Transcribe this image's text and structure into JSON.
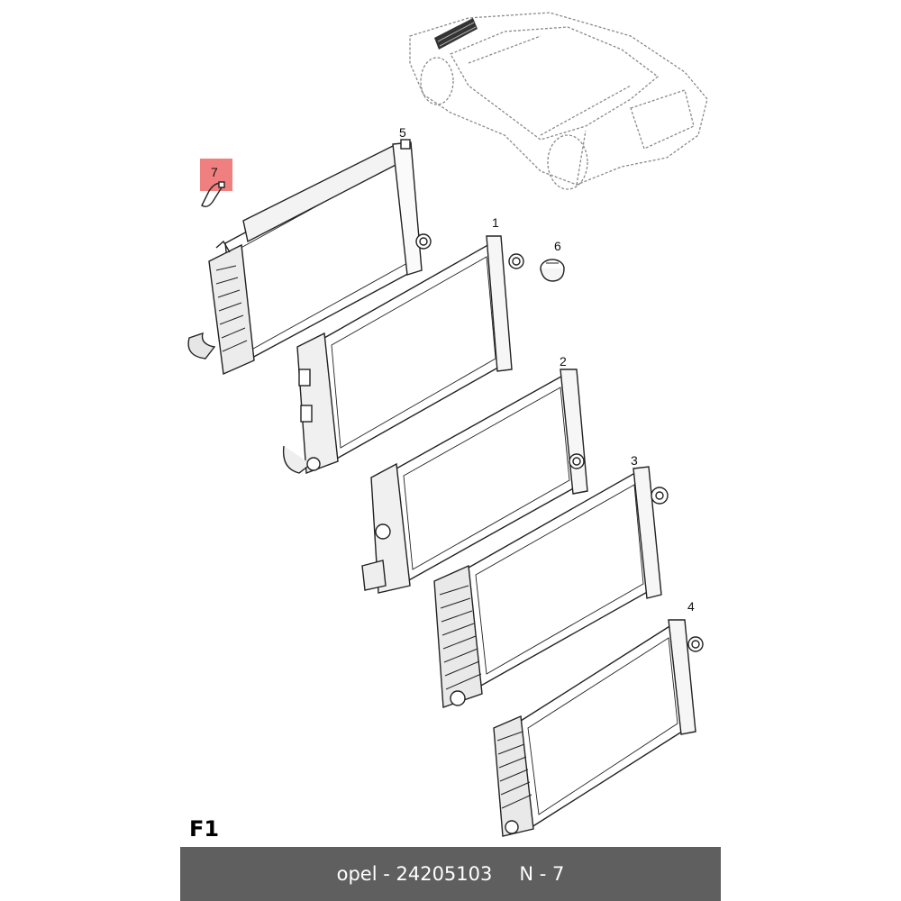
{
  "callouts": {
    "n1": "1",
    "n2": "2",
    "n3": "3",
    "n4": "4",
    "n5": "5",
    "n6": "6",
    "n7": "7"
  },
  "section_label": "F1",
  "footer": {
    "part_text": "opel - 24205103",
    "ref_text": "N - 7"
  },
  "colors": {
    "highlight": "#f08080",
    "footer_bg": "#5f5f5f",
    "line": "#222222"
  }
}
